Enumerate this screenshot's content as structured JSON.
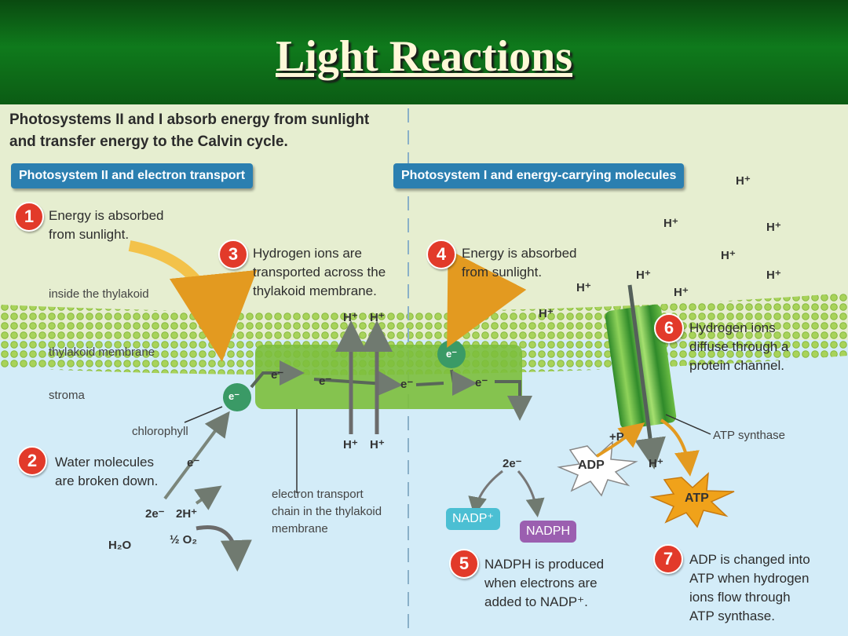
{
  "slide": {
    "title": "Light Reactions"
  },
  "figure": {
    "heading_line1": "Photosystems II and I absorb energy from sunlight",
    "heading_line2": "and transfer energy to the Calvin cycle.",
    "tab_left": "Photosystem II and electron transport",
    "tab_right": "Photosystem I and energy-carrying molecules",
    "region_labels": {
      "inside": "inside the thylakoid",
      "membrane": "thylakoid membrane",
      "stroma": "stroma",
      "chlorophyll": "chlorophyll",
      "etc_line1": "electron transport",
      "etc_line2": "chain in the thylakoid",
      "etc_line3": "membrane",
      "atp_synthase": "ATP synthase"
    },
    "steps": [
      {
        "number": "1",
        "line1": "Energy is absorbed",
        "line2": "from sunlight.",
        "line3": "",
        "line4": ""
      },
      {
        "number": "2",
        "line1": "Water molecules",
        "line2": "are broken down.",
        "line3": "",
        "line4": ""
      },
      {
        "number": "3",
        "line1": "Hydrogen ions are",
        "line2": "transported across the",
        "line3": "thylakoid membrane.",
        "line4": ""
      },
      {
        "number": "4",
        "line1": "Energy is absorbed",
        "line2": "from sunlight.",
        "line3": "",
        "line4": ""
      },
      {
        "number": "5",
        "line1": "NADPH is produced",
        "line2": "when electrons are",
        "line3": "added to NADP⁺.",
        "line4": ""
      },
      {
        "number": "6",
        "line1": "Hydrogen ions",
        "line2": "diffuse through a",
        "line3": "protein channel.",
        "line4": ""
      },
      {
        "number": "7",
        "line1": "ADP is changed into",
        "line2": "ATP when hydrogen",
        "line3": "ions flow through",
        "line4": "ATP synthase."
      }
    ],
    "symbols": {
      "h_ion": "H⁺",
      "electron": "e⁻",
      "two_e": "2e⁻",
      "two_h": "2H⁺",
      "water": "H₂O",
      "oxygen": "½ O₂",
      "plus_p": "+P",
      "nadp": "NADP⁺",
      "nadph": "NADPH",
      "adp": "ADP",
      "atp": "ATP"
    },
    "colors": {
      "inside_bg": "#e6eed0",
      "stroma_bg": "#d3ecf8",
      "membrane": "#9ccc52",
      "complex": "#7cbf3c",
      "tab": "#2b7fb0",
      "step_number": "#e23a2a",
      "sunlight_arrow": "#f3c24a",
      "nadp": "#4bbfd3",
      "nadph": "#9b5fb0",
      "atp": "#f0a21a"
    }
  }
}
